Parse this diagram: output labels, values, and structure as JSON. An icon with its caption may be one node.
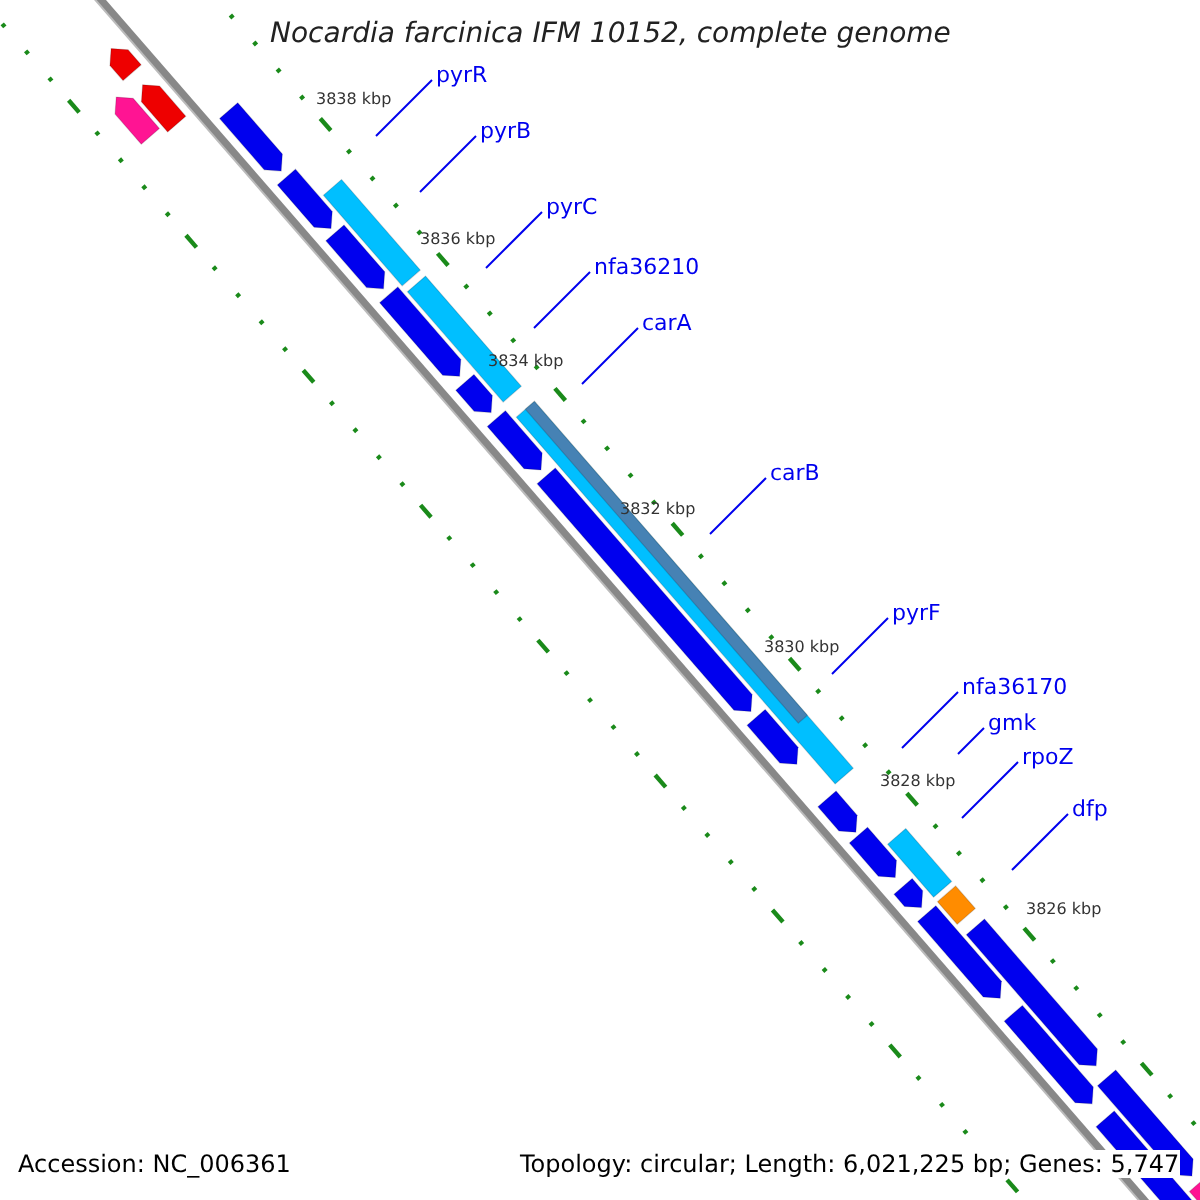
{
  "diagram": {
    "title": "Nocardia farcinica IFM 10152, complete genome",
    "nodes": [
      {
        "text": [
          "pyrR"
        ]
      },
      {
        "text": [
          "pyrB"
        ]
      },
      {
        "text": [
          "pyrC"
        ]
      },
      {
        "text": [
          "nfa36210"
        ]
      },
      {
        "text": [
          "carA"
        ]
      },
      {
        "text": [
          "carB"
        ]
      },
      {
        "text": [
          "pyrF"
        ]
      },
      {
        "text": [
          "nfa36170"
        ]
      },
      {
        "text": [
          "gmk"
        ]
      },
      {
        "text": [
          "rpoZ"
        ]
      },
      {
        "text": [
          "dfp"
        ]
      }
    ],
    "edges": [
      {
        "from": 0,
        "to": null,
        "arrow": "none"
      },
      {
        "from": 1,
        "to": null,
        "arrow": "none"
      },
      {
        "from": 2,
        "to": null,
        "arrow": "none"
      },
      {
        "from": 3,
        "to": null,
        "arrow": "none"
      },
      {
        "from": 4,
        "to": null,
        "arrow": "none"
      },
      {
        "from": 5,
        "to": null,
        "arrow": "none"
      },
      {
        "from": 6,
        "to": null,
        "arrow": "none"
      },
      {
        "from": 7,
        "to": null,
        "arrow": "none"
      },
      {
        "from": 8,
        "to": null,
        "arrow": "none"
      },
      {
        "from": 9,
        "to": null,
        "arrow": "none"
      },
      {
        "from": 10,
        "to": null,
        "arrow": "none"
      }
    ],
    "labels": [
      "3838 kbp",
      "3836 kbp",
      "3834 kbp",
      "3832 kbp",
      "3830 kbp",
      "3828 kbp",
      "3826 kbp",
      "Accession: NC_006361",
      "Topology: circular; Length: 6,021,225 bp; Genes: 5,747"
    ]
  }
}
